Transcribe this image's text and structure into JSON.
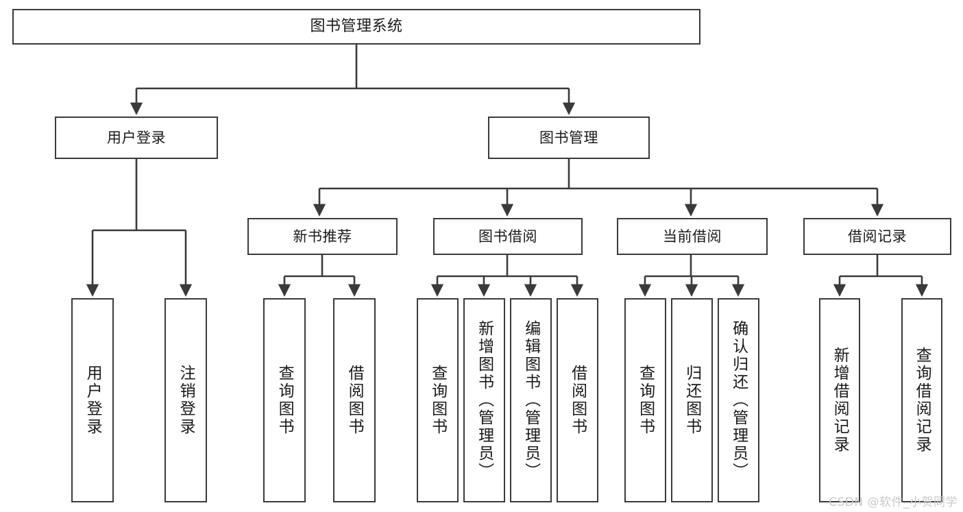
{
  "diagram": {
    "title": "图书管理系统",
    "stroke_color": "#3a3a3a",
    "fill_color": "#ffffff",
    "text_color": "#1a1a1a"
  },
  "nodes": {
    "root": {
      "label": "图书管理系统"
    },
    "level2": [
      {
        "label": "用户登录"
      },
      {
        "label": "图书管理"
      }
    ],
    "level3": [
      {
        "label": "新书推荐"
      },
      {
        "label": "图书借阅"
      },
      {
        "label": "当前借阅"
      },
      {
        "label": "借阅记录"
      }
    ],
    "login_leaves": [
      {
        "label": "用户登录"
      },
      {
        "label": "注销登录"
      }
    ],
    "newbook_leaves": [
      {
        "label": "查询图书"
      },
      {
        "label": "借阅图书"
      }
    ],
    "borrow_leaves": [
      {
        "label": "查询图书"
      },
      {
        "label": "新增图书（管理员）"
      },
      {
        "label": "编辑图书（管理员）"
      },
      {
        "label": "借阅图书"
      }
    ],
    "current_leaves": [
      {
        "label": "查询图书"
      },
      {
        "label": "归还图书"
      },
      {
        "label": "确认归还（管理员）"
      }
    ],
    "record_leaves": [
      {
        "label": "新增借阅记录"
      },
      {
        "label": "查询借阅记录"
      }
    ]
  },
  "watermark": {
    "text": "CSDN @软件_小贺同学"
  }
}
